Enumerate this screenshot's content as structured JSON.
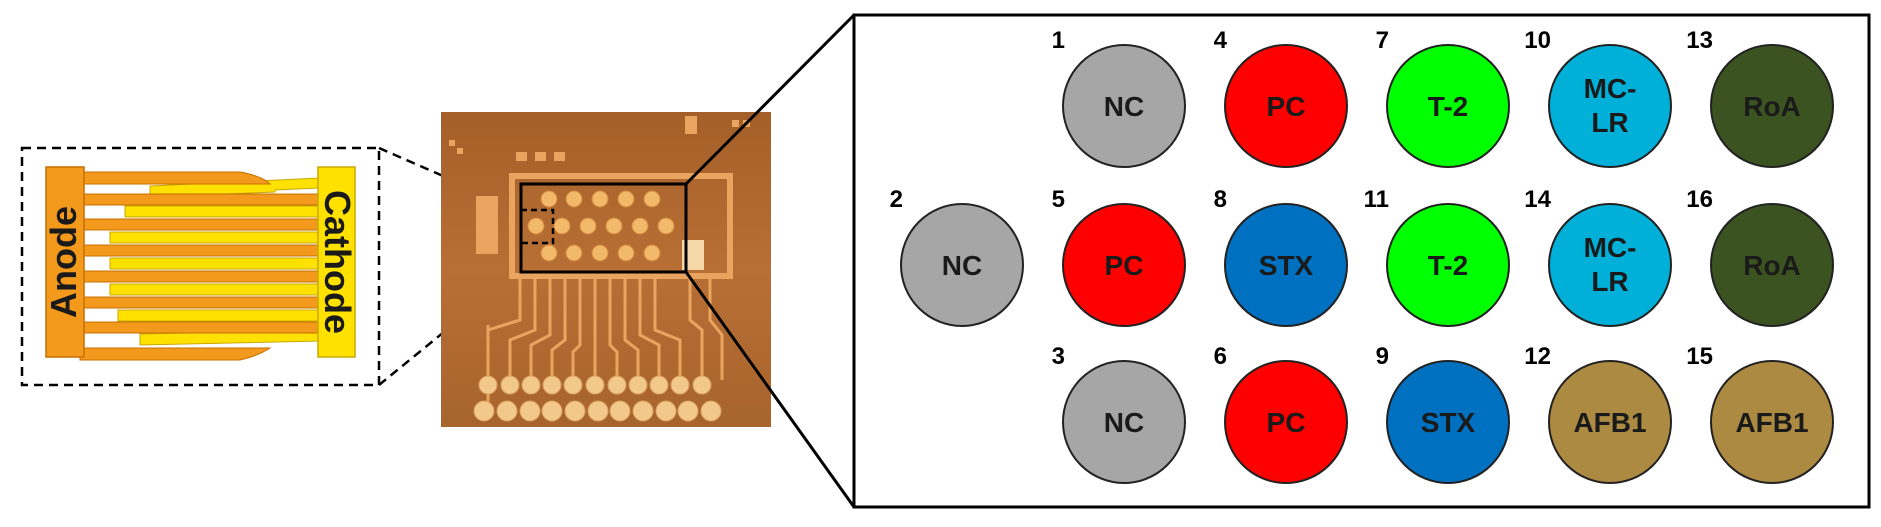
{
  "electrode_detail": {
    "anode_label": "Anode",
    "cathode_label": "Cathode"
  },
  "colors": {
    "NC": "#a6a6a6",
    "PC": "#ff0000",
    "T-2": "#00ff00",
    "MC-LR": "#00b0d8",
    "RoA": "#3b5320",
    "STX": "#0070c0",
    "AFB1": "#ad8a42",
    "anode": "#f39a1c",
    "cathode": "#ffe100",
    "chip_bg": "#b06a2e"
  },
  "spots": [
    {
      "num": "1",
      "label": "NC",
      "row": 0,
      "col": 1
    },
    {
      "num": "4",
      "label": "PC",
      "row": 0,
      "col": 2
    },
    {
      "num": "7",
      "label": "T-2",
      "row": 0,
      "col": 3
    },
    {
      "num": "10",
      "label": "MC-LR",
      "row": 0,
      "col": 4
    },
    {
      "num": "13",
      "label": "RoA",
      "row": 0,
      "col": 5
    },
    {
      "num": "2",
      "label": "NC",
      "row": 1,
      "col": 0
    },
    {
      "num": "5",
      "label": "PC",
      "row": 1,
      "col": 1
    },
    {
      "num": "8",
      "label": "STX",
      "row": 1,
      "col": 2
    },
    {
      "num": "11",
      "label": "T-2",
      "row": 1,
      "col": 3
    },
    {
      "num": "14",
      "label": "MC-LR",
      "row": 1,
      "col": 4
    },
    {
      "num": "16",
      "label": "RoA",
      "row": 1,
      "col": 5
    },
    {
      "num": "3",
      "label": "NC",
      "row": 2,
      "col": 1
    },
    {
      "num": "6",
      "label": "PC",
      "row": 2,
      "col": 2
    },
    {
      "num": "9",
      "label": "STX",
      "row": 2,
      "col": 3
    },
    {
      "num": "12",
      "label": "AFB1",
      "row": 2,
      "col": 4
    },
    {
      "num": "15",
      "label": "AFB1",
      "row": 2,
      "col": 5
    }
  ]
}
